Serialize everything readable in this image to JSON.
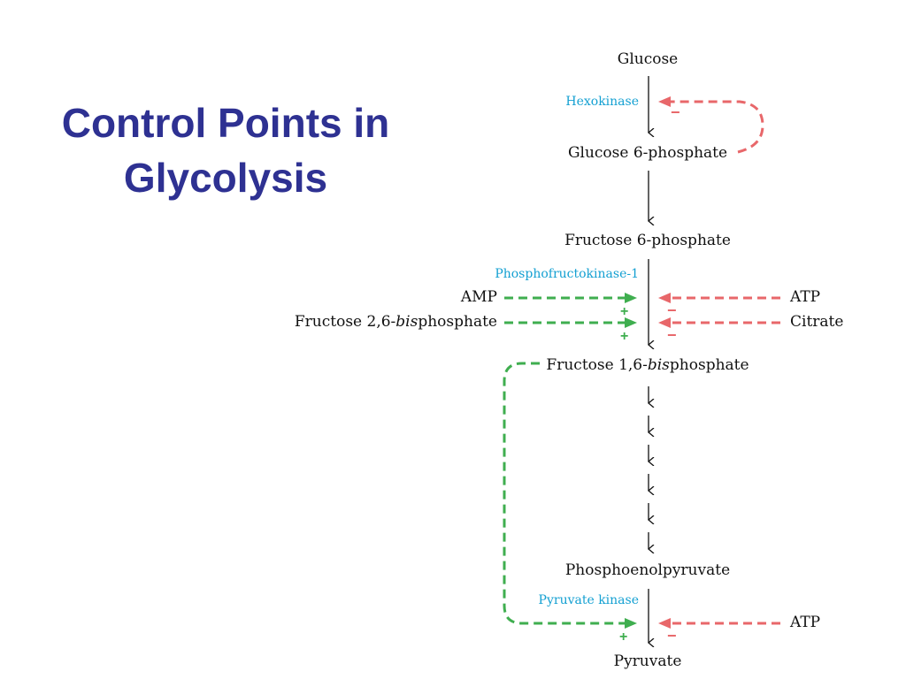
{
  "slide": {
    "title_line1": "Control Points in",
    "title_line2": "Glycolysis"
  },
  "pathway": {
    "metabolites": {
      "glucose": "Glucose",
      "g6p": "Glucose 6-phosphate",
      "f6p": "Fructose 6-phosphate",
      "f16bp_prefix": "Fructose 1,6-",
      "f16bp_italic": "bis",
      "f16bp_suffix": "phosphate",
      "pep": "Phosphoenolpyruvate",
      "pyruvate": "Pyruvate"
    },
    "enzymes": {
      "hexokinase": "Hexokinase",
      "pfk1": "Phosphofructokinase-1",
      "pyruvate_kinase": "Pyruvate kinase"
    },
    "effectors": {
      "amp": "AMP",
      "f26bp_prefix": "Fructose 2,6-",
      "f26bp_italic": "bis",
      "f26bp_suffix": "phosphate",
      "atp_pfk": "ATP",
      "citrate": "Citrate",
      "atp_pk": "ATP"
    },
    "signs": {
      "activate": "+",
      "inhibit": "−"
    },
    "colors": {
      "title": "#2e3192",
      "enzyme": "#14a0d2",
      "activator": "#3fae4f",
      "inhibitor": "#e8676a"
    }
  }
}
